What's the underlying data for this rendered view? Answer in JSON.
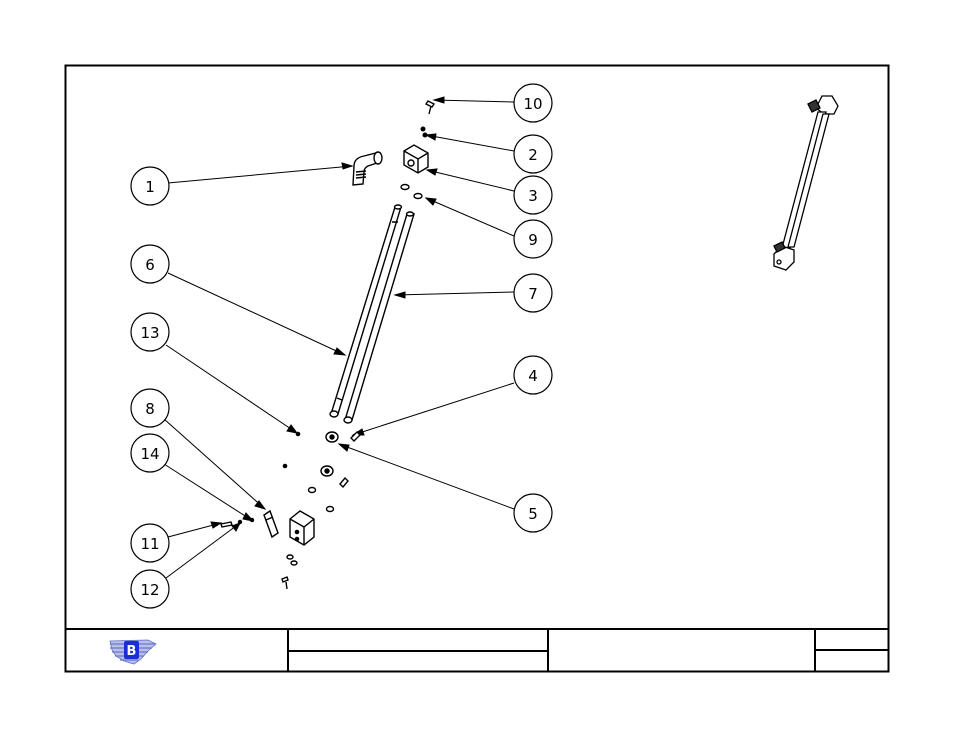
{
  "drawing": {
    "title": "",
    "balloons": [
      {
        "id": "balloon-1",
        "label": "1"
      },
      {
        "id": "balloon-2",
        "label": "2"
      },
      {
        "id": "balloon-3",
        "label": "3"
      },
      {
        "id": "balloon-4",
        "label": "4"
      },
      {
        "id": "balloon-5",
        "label": "5"
      },
      {
        "id": "balloon-6",
        "label": "6"
      },
      {
        "id": "balloon-7",
        "label": "7"
      },
      {
        "id": "balloon-8",
        "label": "8"
      },
      {
        "id": "balloon-9",
        "label": "9"
      },
      {
        "id": "balloon-10",
        "label": "10"
      },
      {
        "id": "balloon-11",
        "label": "11"
      },
      {
        "id": "balloon-12",
        "label": "12"
      },
      {
        "id": "balloon-13",
        "label": "13"
      },
      {
        "id": "balloon-14",
        "label": "14"
      }
    ],
    "title_block": {
      "logo_letter": "B",
      "logo_color": "#1a2fd6"
    }
  }
}
